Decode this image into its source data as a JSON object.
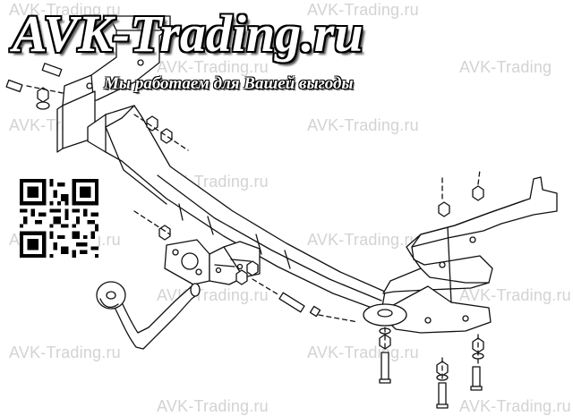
{
  "brand": {
    "title": "AVK-Trading.ru",
    "slogan": "Мы работаем для Вашей выгоды"
  },
  "watermark": {
    "text": "AVK-Trading.ru",
    "text_short": "AVK-Trading",
    "color": "#d3d3d3"
  },
  "drawing": {
    "line_color": "#111111",
    "fill_color": "#ffffff"
  },
  "qr_code": {
    "icon": "qr-code-icon"
  }
}
